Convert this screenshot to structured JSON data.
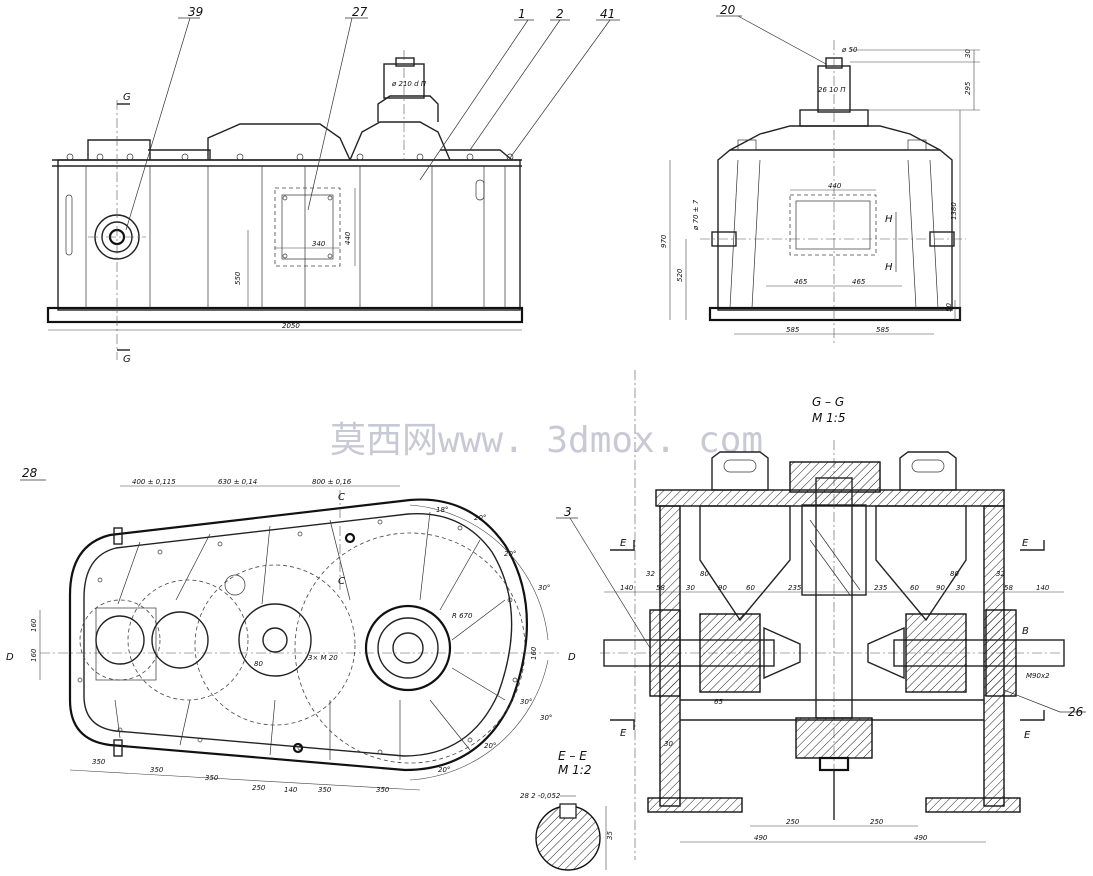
{
  "title": "",
  "callouts": {
    "c39": "39",
    "c27": "27",
    "c1": "1",
    "c2": "2",
    "c41": "41",
    "c20": "20",
    "c28": "28",
    "c3": "3",
    "c26": "26"
  },
  "section_marks": {
    "g": "G",
    "g_bottom": "G",
    "c": "C",
    "c2": "C",
    "d_left": "D",
    "d_right": "D",
    "e_top": "E",
    "e_top_right": "E",
    "e_bottom": "E",
    "e_bottom_right": "E",
    "h1": "H",
    "h2": "H",
    "b": "B"
  },
  "view_titles": {
    "gg": "G – G",
    "gg_scale": "M 1:5",
    "ee": "E – E",
    "ee_scale": "M 1:2"
  },
  "watermark": {
    "cn": "莫西网",
    "url": "www. 3dmox. com"
  },
  "front_view": {
    "d_2050": "2050",
    "d_550": "550",
    "d_440": "440",
    "d_340": "340",
    "shaft_dia": "ø 210 d Π"
  },
  "side_view": {
    "d_30": "30",
    "d_295": "295",
    "d_1380": "1380",
    "d_970": "970",
    "d_520": "520",
    "d_50": "50",
    "d_465a": "465",
    "d_465b": "465",
    "d_585a": "585",
    "d_585b": "585",
    "d_440": "440",
    "d_m": "ø 70 ± 7",
    "d_shaft": "ø 50",
    "d_shaft2": "26 10 Π"
  },
  "plan_view": {
    "d_400": "400 ± 0,115",
    "d_630": "630 ± 0,14",
    "d_800": "800 ± 0,16",
    "d_350a": "350",
    "d_350b": "350",
    "d_350c": "350",
    "d_350d": "350",
    "d_350e": "350",
    "d_250": "250",
    "d_140": "140",
    "d_160a": "160",
    "d_160b": "160",
    "d_160c": "160",
    "a18": "18°",
    "a20a": "20°",
    "a20b": "20°",
    "a20c": "20°",
    "a20d": "20°",
    "a30a": "30°",
    "a30b": "30°",
    "a30c": "30°",
    "r_hole": "R 670",
    "thread": "3× M 20",
    "d_80": "80"
  },
  "section_gg": {
    "d_140a": "140",
    "d_140b": "140",
    "d_32a": "32",
    "d_32b": "32",
    "d_58a": "58",
    "d_58b": "58",
    "d_80a": "80",
    "d_80b": "80",
    "d_90a": "90",
    "d_90b": "90",
    "d_60a": "60",
    "d_60b": "60",
    "d_235a": "235",
    "d_235b": "235",
    "d_30a": "30",
    "d_30b": "30",
    "d_250a": "250",
    "d_250b": "250",
    "d_490a": "490",
    "d_490b": "490",
    "d_65": "65",
    "thread": "M90x2"
  },
  "section_ee": {
    "d_key": "28 2 -0,052",
    "d_35": "35"
  }
}
